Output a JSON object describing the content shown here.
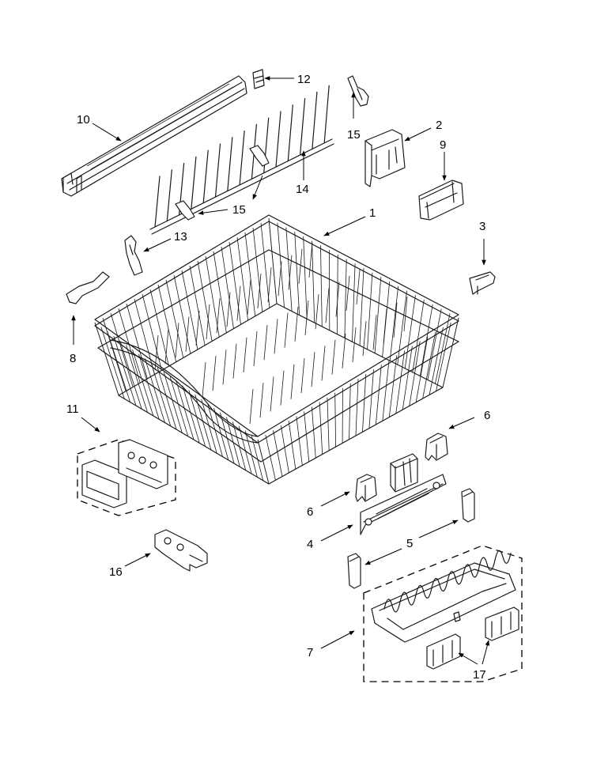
{
  "labels": {
    "l1": "1",
    "l2": "2",
    "l3": "3",
    "l4": "4",
    "l5": "5",
    "l6a": "6",
    "l6b": "6",
    "l7": "7",
    "l8": "8",
    "l9": "9",
    "l10": "10",
    "l11": "11",
    "l12": "12",
    "l13": "13",
    "l14": "14",
    "l15a": "15",
    "l15b": "15",
    "l16": "16",
    "l17": "17"
  },
  "colors": {
    "line": "#1a1a1a",
    "background": "#ffffff"
  }
}
